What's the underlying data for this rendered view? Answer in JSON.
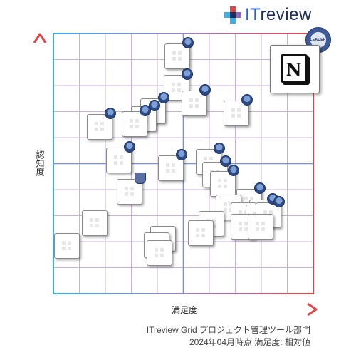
{
  "brand": {
    "name_prefix": "IT",
    "name_suffix": "review"
  },
  "footer": {
    "line1": "ITreview Grid プロジェクト管理ツール部門",
    "line2": "2024年04月時点 満足度: 相対値"
  },
  "leader_badge": {
    "label": "LEADER"
  },
  "notion_tile": {
    "letter": "N"
  },
  "colors": {
    "red": "#e04545",
    "blue": "#3aaee6",
    "purple": "#8a6bc0",
    "grid": "#c9b3de"
  },
  "chart_data": {
    "type": "scatter",
    "title": "",
    "xlabel": "満足度",
    "ylabel": "認知度",
    "xlim": [
      0,
      10
    ],
    "ylim": [
      0,
      10
    ],
    "grid": true,
    "gridlines": 10,
    "points": [
      {
        "x": 9.25,
        "y": 8.65,
        "badge": "leader",
        "logo": "notion"
      },
      {
        "x": 4.75,
        "y": 9.15,
        "badge": "round"
      },
      {
        "x": 4.7,
        "y": 7.95,
        "badge": "round"
      },
      {
        "x": 5.4,
        "y": 7.35,
        "badge": "round"
      },
      {
        "x": 3.8,
        "y": 7.05,
        "badge": "round"
      },
      {
        "x": 3.45,
        "y": 6.75,
        "badge": "round"
      },
      {
        "x": 7.0,
        "y": 6.95,
        "badge": "round"
      },
      {
        "x": 1.75,
        "y": 6.45,
        "badge": "round"
      },
      {
        "x": 3.1,
        "y": 6.55,
        "badge": "round"
      },
      {
        "x": 2.5,
        "y": 5.15,
        "badge": "round"
      },
      {
        "x": 4.5,
        "y": 4.85,
        "badge": "round"
      },
      {
        "x": 5.95,
        "y": 5.1,
        "badge": "round"
      },
      {
        "x": 6.2,
        "y": 4.6,
        "badge": "round"
      },
      {
        "x": 6.5,
        "y": 4.25,
        "badge": "round"
      },
      {
        "x": 2.9,
        "y": 3.95,
        "badge": "shield"
      },
      {
        "x": 7.5,
        "y": 3.55,
        "badge": "round"
      },
      {
        "x": 8.0,
        "y": 3.15,
        "badge": "round"
      },
      {
        "x": 6.7,
        "y": 3.35,
        "badge": "none"
      },
      {
        "x": 7.3,
        "y": 3.05,
        "badge": "none"
      },
      {
        "x": 7.85,
        "y": 2.95,
        "badge": "none"
      },
      {
        "x": 8.25,
        "y": 3.05,
        "badge": "round"
      },
      {
        "x": 6.05,
        "y": 2.7,
        "badge": "none"
      },
      {
        "x": 7.3,
        "y": 2.6,
        "badge": "none"
      },
      {
        "x": 7.95,
        "y": 2.6,
        "badge": "none"
      },
      {
        "x": 5.65,
        "y": 2.35,
        "badge": "none"
      },
      {
        "x": 1.55,
        "y": 2.75,
        "badge": "none"
      },
      {
        "x": 0.5,
        "y": 1.85,
        "badge": "none"
      },
      {
        "x": 4.2,
        "y": 2.15,
        "badge": "none"
      },
      {
        "x": 3.95,
        "y": 1.9,
        "badge": "none"
      },
      {
        "x": 4.05,
        "y": 1.6,
        "badge": "none"
      }
    ]
  }
}
